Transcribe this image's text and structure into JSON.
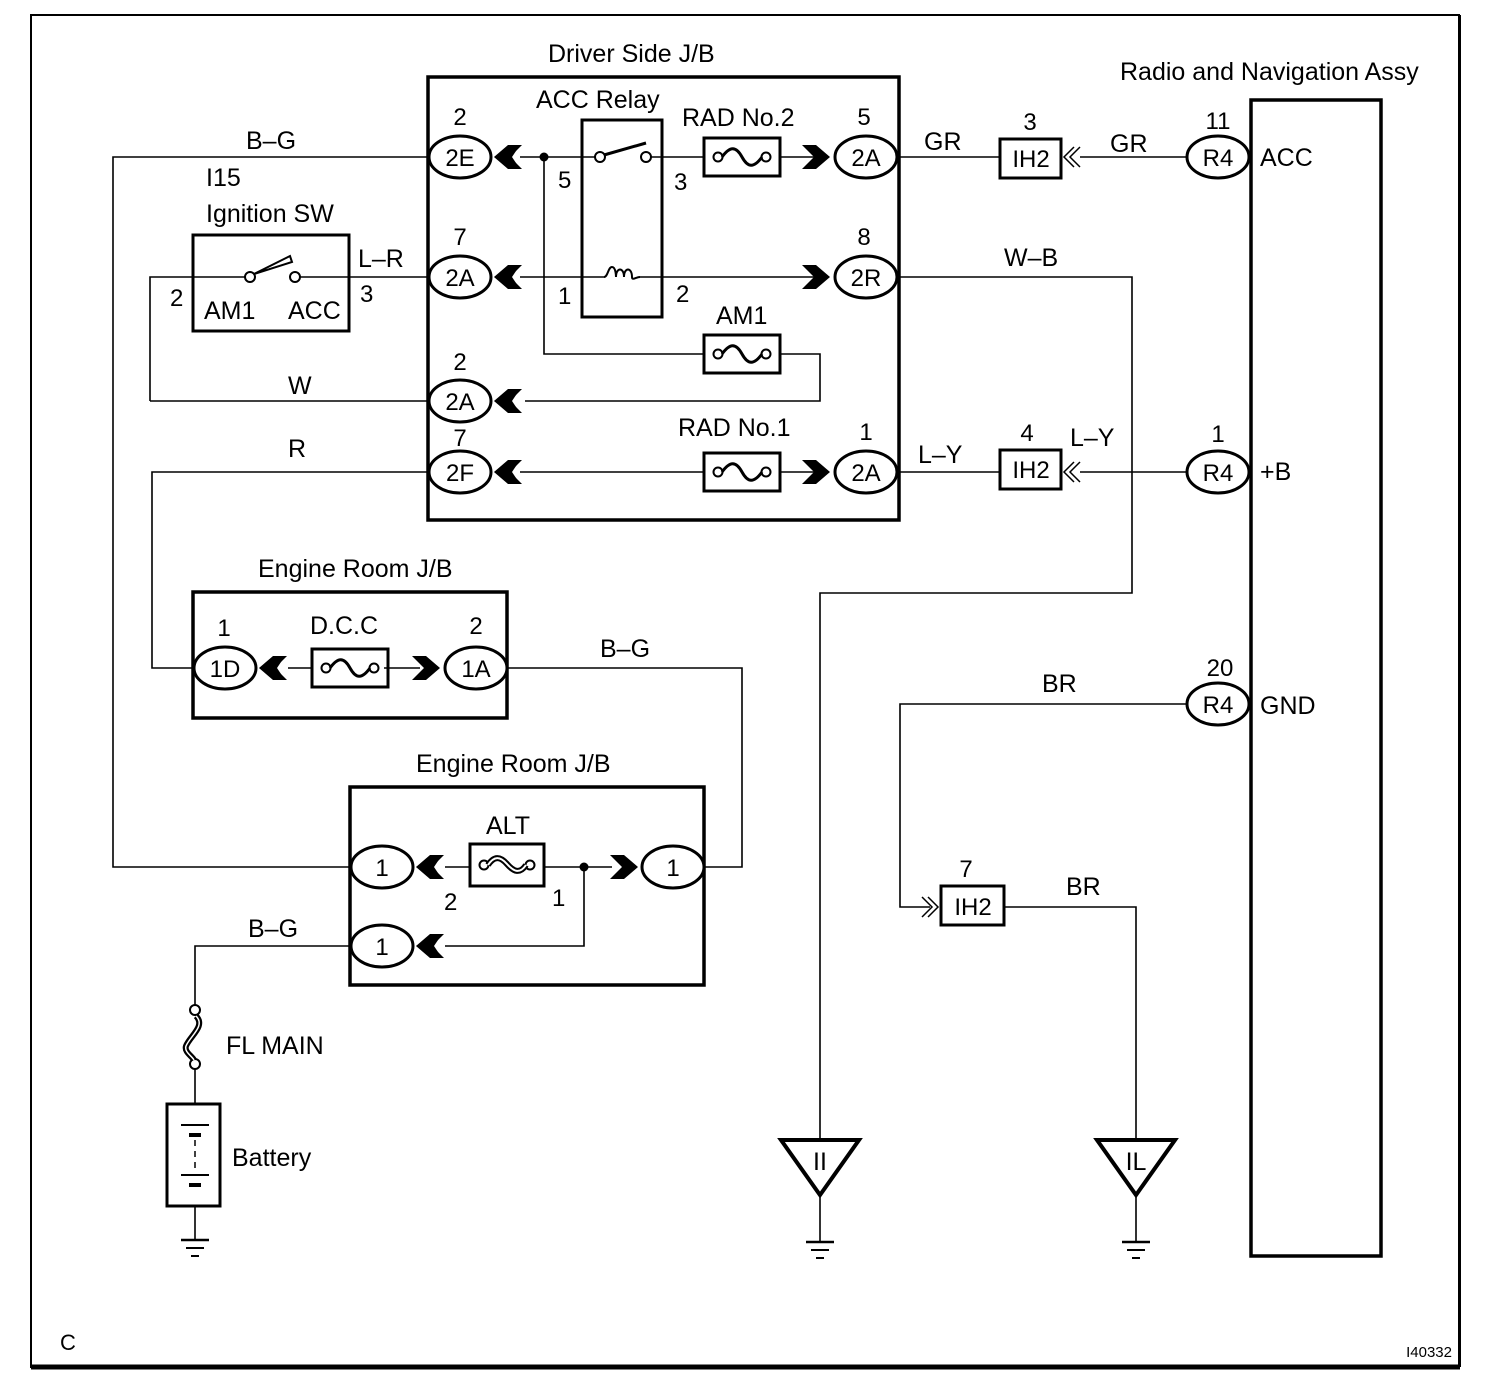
{
  "diagram": {
    "page_letter": "C",
    "figure_id": "I40332",
    "components": {
      "driver_jb": "Driver Side J/B",
      "acc_relay": "ACC Relay",
      "rad2": "RAD No.2",
      "rad1": "RAD No.1",
      "am1_fuse": "AM1",
      "radio": "Radio and Navigation Assy",
      "ign_id": "I15",
      "ign": "Ignition SW",
      "ign_am1": "AM1",
      "ign_acc": "ACC",
      "erjb1": "Engine Room J/B",
      "dcc": "D.C.C",
      "erjb2": "Engine Room J/B",
      "alt": "ALT",
      "fl_main": "FL MAIN",
      "battery": "Battery",
      "ground_ii": "II",
      "ground_il": "IL"
    },
    "wires": {
      "bg_top": "B–G",
      "lr": "L–R",
      "w": "W",
      "r": "R",
      "gr1": "GR",
      "gr2": "GR",
      "wb": "W–B",
      "ly1": "L–Y",
      "ly2": "L–Y",
      "br1": "BR",
      "br2": "BR",
      "bg_dcc": "B–G",
      "bg_alt": "B–G"
    },
    "connectors": {
      "c2e": {
        "id": "2E",
        "pin": "2"
      },
      "c2a_7": {
        "id": "2A",
        "pin": "7"
      },
      "c2a_2": {
        "id": "2A",
        "pin": "2"
      },
      "c2f": {
        "id": "2F",
        "pin": "7"
      },
      "c2a_5": {
        "id": "2A",
        "pin": "5"
      },
      "c2r": {
        "id": "2R",
        "pin": "8"
      },
      "c2a_1": {
        "id": "2A",
        "pin": "1"
      },
      "ih2_3": {
        "id": "IH2",
        "pin": "3"
      },
      "ih2_4": {
        "id": "IH2",
        "pin": "4"
      },
      "ih2_7": {
        "id": "IH2",
        "pin": "7"
      },
      "r4_acc": {
        "id": "R4",
        "pin": "11",
        "term": "ACC"
      },
      "r4_b": {
        "id": "R4",
        "pin": "1",
        "term": "+B"
      },
      "r4_gnd": {
        "id": "R4",
        "pin": "20",
        "term": "GND"
      },
      "c1d": {
        "id": "1D",
        "pin": "1"
      },
      "c1a": {
        "id": "1A",
        "pin": "2"
      },
      "alt_l": {
        "id": "1"
      },
      "alt_r": {
        "id": "1"
      },
      "alt_b": {
        "id": "1"
      }
    },
    "pins": {
      "relay_5": "5",
      "relay_3": "3",
      "relay_1": "1",
      "relay_2": "2",
      "ign_2": "2",
      "ign_3": "3",
      "alt_2": "2",
      "alt_1": "1"
    }
  }
}
